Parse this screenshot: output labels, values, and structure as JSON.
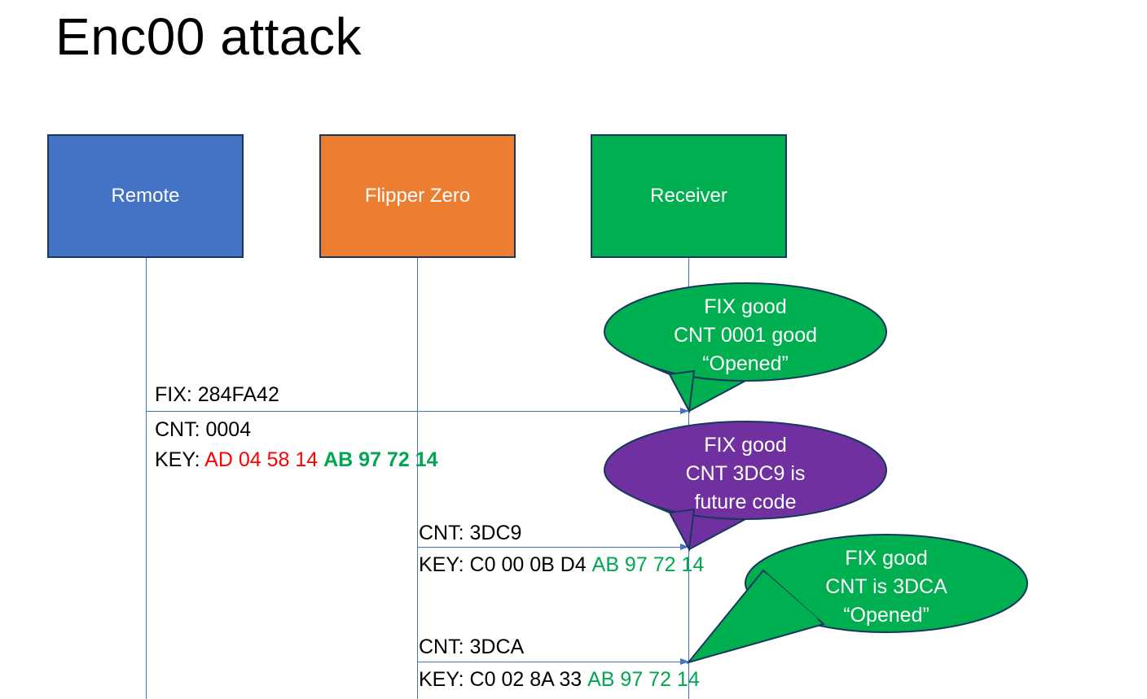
{
  "slide": {
    "title": "Enc00 attack",
    "background": "#FFFFFF"
  },
  "colors": {
    "remote_blue": "#4472C4",
    "flipper_orange": "#ED7D31",
    "receiver_green": "#00B050",
    "callout_green": "#00B050",
    "callout_purple": "#7030A0",
    "arrow_blue": "#4472C4",
    "text_red": "#FF0000",
    "text_green": "#00A650",
    "box_border": "#17375E"
  },
  "actors": [
    {
      "id": "remote",
      "label": "Remote",
      "color": "#4472C4"
    },
    {
      "id": "flipper",
      "label": "Flipper Zero",
      "color": "#ED7D31"
    },
    {
      "id": "receiver",
      "label": "Receiver",
      "color": "#00B050"
    }
  ],
  "messages": [
    {
      "id": "msg-1",
      "from": "remote",
      "to": "receiver",
      "fix_label": "FIX: 284FA42",
      "cnt_label": "CNT: 0004",
      "key_prefix": "KEY: ",
      "key_part_red": "AD 04 58 14",
      "key_part_green": "AB 97 72 14"
    },
    {
      "id": "msg-2",
      "from": "flipper",
      "to": "receiver",
      "cnt_label": "CNT: 3DC9",
      "key_prefix": "KEY: ",
      "key_part_black": "C0 00 0B D4",
      "key_part_green": "AB 97 72 14"
    },
    {
      "id": "msg-3",
      "from": "flipper",
      "to": "receiver",
      "cnt_label": "CNT: 3DCA",
      "key_prefix": "KEY: ",
      "key_part_black": "C0 02 8A 33",
      "key_part_green": "AB 97 72 14"
    }
  ],
  "callouts": [
    {
      "id": "callout-1",
      "color": "#00B050",
      "line1": "FIX good",
      "line2": "CNT 0001 good",
      "line3": "“Opened”"
    },
    {
      "id": "callout-2",
      "color": "#7030A0",
      "line1": "FIX good",
      "line2": "CNT 3DC9 is",
      "line3": "future code"
    },
    {
      "id": "callout-3",
      "color": "#00B050",
      "line1": "FIX good",
      "line2": "CNT is 3DCA",
      "line3": "“Opened”"
    }
  ]
}
